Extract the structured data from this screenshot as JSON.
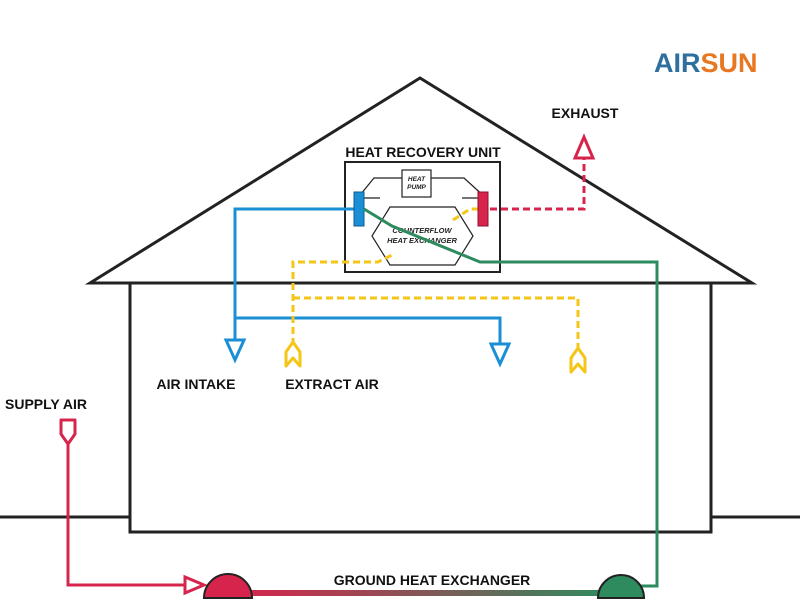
{
  "logo": {
    "part1": "AIR",
    "part2": "SUN",
    "color1": "#2e6f9e",
    "color2": "#e87722"
  },
  "labels": {
    "exhaust": "EXHAUST",
    "heat_recovery_unit": "HEAT RECOVERY UNIT",
    "heat_pump_line1": "HEAT",
    "heat_pump_line2": "PUMP",
    "counterflow_line1": "COUNTERFLOW",
    "counterflow_line2": "HEAT EXCHANGER",
    "air_intake": "AIR INTAKE",
    "extract_air": "EXTRACT AIR",
    "supply_air": "SUPPLY AIR",
    "ground_heat_exchanger": "GROUND HEAT EXCHANGER"
  },
  "colors": {
    "blue": "#1a8fd6",
    "yellow": "#f5c518",
    "red": "#d6244d",
    "green": "#2e8b5e",
    "outline": "#222222"
  }
}
